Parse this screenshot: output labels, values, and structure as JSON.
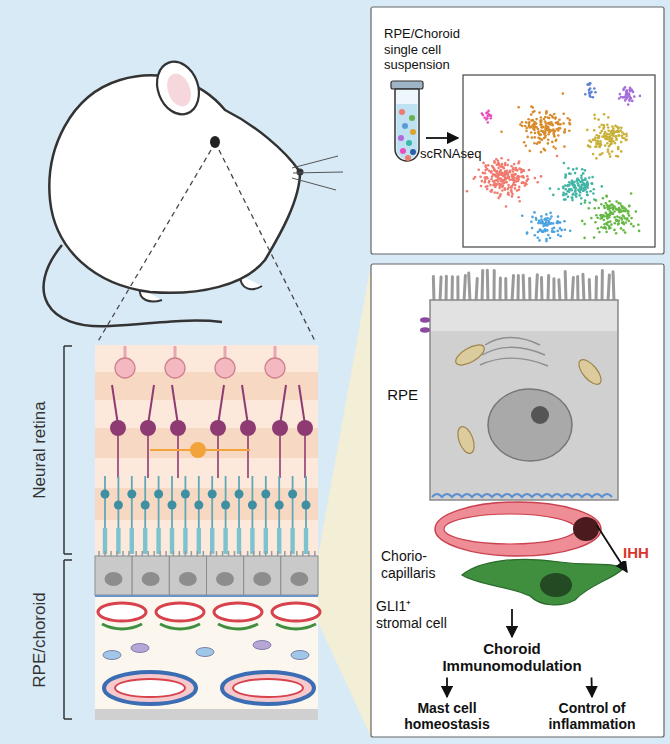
{
  "diagram": {
    "nodes": [
      {
        "text": [
          "RPE"
        ]
      },
      {
        "text": [
          "Chorio- capillaris"
        ]
      },
      {
        "text": [
          "GLI1⁺ stromal cell"
        ]
      },
      {
        "text": [
          "Choroid Immunomodulation"
        ]
      },
      {
        "text": [
          "Mast cell homeostasis"
        ]
      },
      {
        "text": [
          "Control of inflammation"
        ]
      }
    ],
    "edges": [
      {
        "from": 1,
        "to": 2,
        "arrow": "to",
        "label": "IHH"
      },
      {
        "from": 2,
        "to": 3,
        "arrow": "to"
      },
      {
        "from": 3,
        "to": 4,
        "arrow": "to"
      },
      {
        "from": 3,
        "to": 5,
        "arrow": "to"
      }
    ],
    "labels": [
      "Neural retina",
      "RPE/choroid",
      "RPE/Choroid single cell suspension",
      "scRNAseq"
    ]
  }
}
